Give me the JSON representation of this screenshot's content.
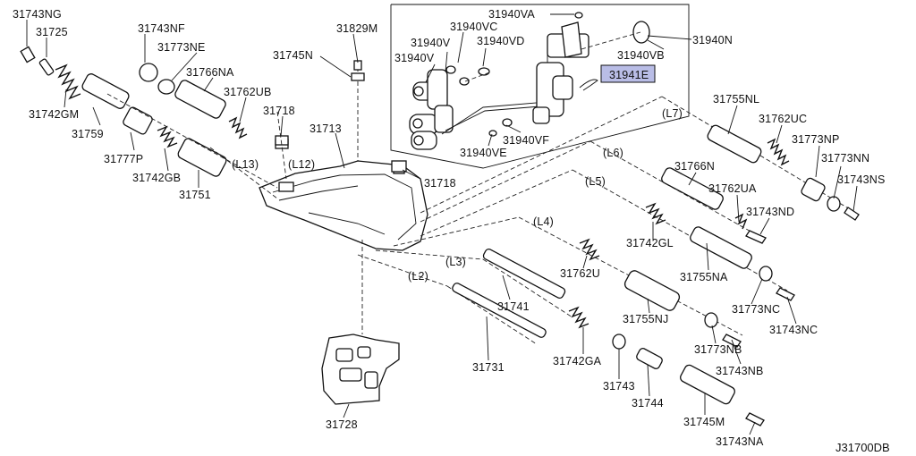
{
  "labels": {
    "p31743NG": "31743NG",
    "p31725": "31725",
    "p31743NF": "31743NF",
    "p31829M": "31829M",
    "p31773NE": "31773NE",
    "p31745N": "31745N",
    "p31766NA": "31766NA",
    "p31742GM": "31742GM",
    "p31762UB": "31762UB",
    "p31718a": "31718",
    "p31713": "31713",
    "p31759": "31759",
    "p31777P": "31777P",
    "p31742GB": "31742GB",
    "p31751": "31751",
    "p31718b": "31718",
    "L13": "(L13)",
    "L12": "(L12)",
    "p31940VA": "31940VA",
    "p31940VC": "31940VC",
    "p31940V_1": "31940V",
    "p31940VD": "31940VD",
    "p31940V_2": "31940V",
    "p31940N": "31940N",
    "p31940VB": "31940VB",
    "p31941E": "31941E",
    "p31940VF": "31940VF",
    "p31940VE": "31940VE",
    "L7": "(L7)",
    "p31755NL": "31755NL",
    "p31762UC": "31762UC",
    "L6": "(L6)",
    "p31773NP": "31773NP",
    "p31766N": "31766N",
    "p31773NN": "31773NN",
    "p31743NS": "31743NS",
    "L5": "(L5)",
    "p31762UA": "31762UA",
    "p31743ND": "31743ND",
    "L4": "(L4)",
    "p31742GL": "31742GL",
    "L3": "(L3)",
    "p31762U": "31762U",
    "p31755NA": "31755NA",
    "L2": "(L2)",
    "p31741": "31741",
    "p31773NC": "31773NC",
    "p31743NC": "31743NC",
    "p31755NJ": "31755NJ",
    "p31773NB": "31773NB",
    "p31731": "31731",
    "p31742GA": "31742GA",
    "p31743NB": "31743NB",
    "p31743": "31743",
    "p31744": "31744",
    "p31745M": "31745M",
    "p31728": "31728",
    "p31743NA": "31743NA"
  },
  "diagram_code": "J31700DB",
  "highlight_part": "31941E",
  "colors": {
    "highlight_fill": "#b9bde6",
    "line": "#111111",
    "background": "#ffffff"
  }
}
